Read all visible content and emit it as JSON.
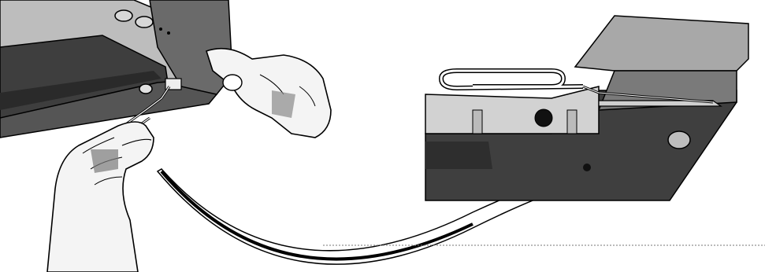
{
  "figure": {
    "subject": "paperclip-eject-procedure",
    "steps": [
      {
        "name": "insert-paperclip-into-eject-hole",
        "view": "left-panel"
      },
      {
        "name": "magnified-eject-mechanism-detail",
        "view": "right-panel"
      }
    ],
    "colors": {
      "device_dark": "#4a4a4a",
      "device_mid": "#8a8a8a",
      "device_light": "#c8c8c8",
      "outline": "#000000",
      "background": "#ffffff"
    },
    "icons": {
      "arrow": "curved-arrow-icon",
      "clip": "paperclip-icon",
      "hand": "hand-icon"
    }
  }
}
